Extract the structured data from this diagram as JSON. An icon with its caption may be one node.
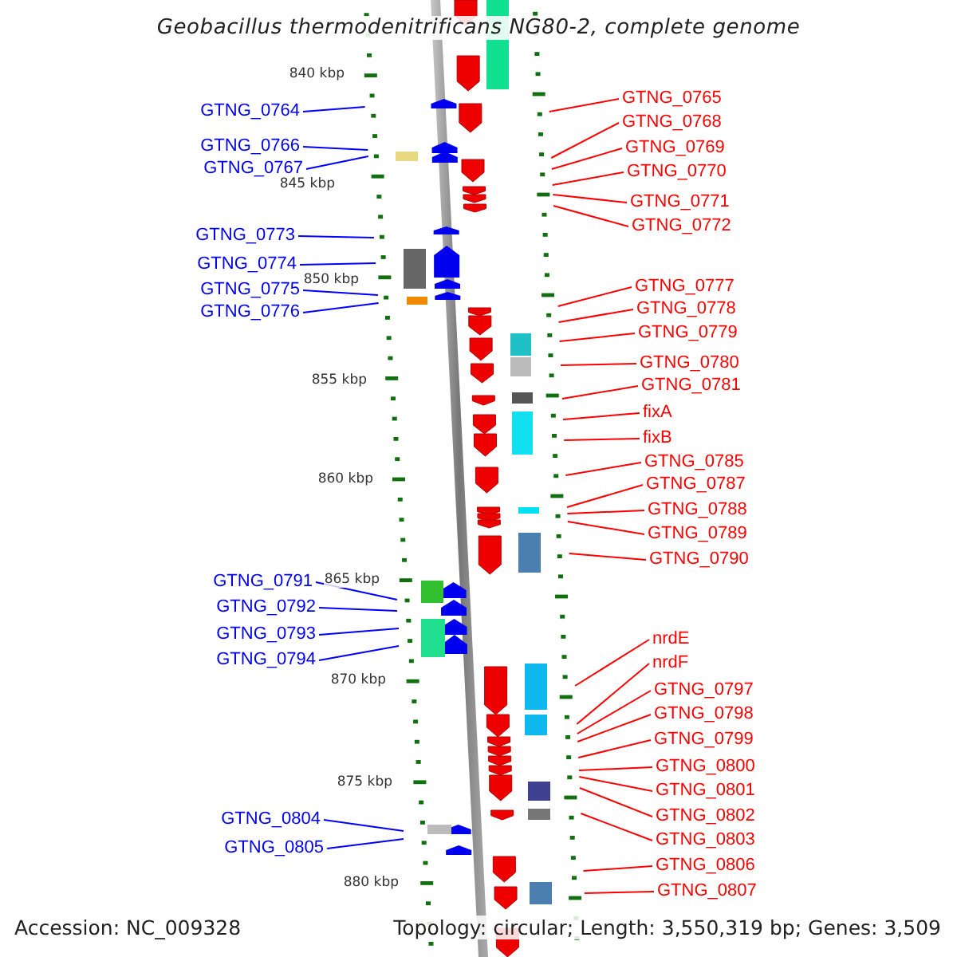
{
  "diagram": {
    "title": "Geobacillus thermodenitrificans NG80-2, complete genome",
    "nodes": [
      {
        "text": [
          "GTNG_0764"
        ]
      },
      {
        "text": [
          "GTNG_0766"
        ]
      },
      {
        "text": [
          "GTNG_0767"
        ]
      },
      {
        "text": [
          "GTNG_0773"
        ]
      },
      {
        "text": [
          "GTNG_0774"
        ]
      },
      {
        "text": [
          "GTNG_0775"
        ]
      },
      {
        "text": [
          "GTNG_0776"
        ]
      },
      {
        "text": [
          "GTNG_0791"
        ]
      },
      {
        "text": [
          "GTNG_0792"
        ]
      },
      {
        "text": [
          "GTNG_0793"
        ]
      },
      {
        "text": [
          "GTNG_0794"
        ]
      },
      {
        "text": [
          "GTNG_0804"
        ]
      },
      {
        "text": [
          "GTNG_0805"
        ]
      },
      {
        "text": [
          "GTNG_0765"
        ]
      },
      {
        "text": [
          "GTNG_0768"
        ]
      },
      {
        "text": [
          "GTNG_0769"
        ]
      },
      {
        "text": [
          "GTNG_0770"
        ]
      },
      {
        "text": [
          "GTNG_0771"
        ]
      },
      {
        "text": [
          "GTNG_0772"
        ]
      },
      {
        "text": [
          "GTNG_0777"
        ]
      },
      {
        "text": [
          "GTNG_0778"
        ]
      },
      {
        "text": [
          "GTNG_0779"
        ]
      },
      {
        "text": [
          "GTNG_0780"
        ]
      },
      {
        "text": [
          "GTNG_0781"
        ]
      },
      {
        "text": [
          "fixA"
        ]
      },
      {
        "text": [
          "fixB"
        ]
      },
      {
        "text": [
          "GTNG_0785"
        ]
      },
      {
        "text": [
          "GTNG_0787"
        ]
      },
      {
        "text": [
          "GTNG_0788"
        ]
      },
      {
        "text": [
          "GTNG_0789"
        ]
      },
      {
        "text": [
          "GTNG_0790"
        ]
      },
      {
        "text": [
          "nrdE"
        ]
      },
      {
        "text": [
          "nrdF"
        ]
      },
      {
        "text": [
          "GTNG_0797"
        ]
      },
      {
        "text": [
          "GTNG_0798"
        ]
      },
      {
        "text": [
          "GTNG_0799"
        ]
      },
      {
        "text": [
          "GTNG_0800"
        ]
      },
      {
        "text": [
          "GTNG_0801"
        ]
      },
      {
        "text": [
          "GTNG_0802"
        ]
      },
      {
        "text": [
          "GTNG_0803"
        ]
      },
      {
        "text": [
          "GTNG_0806"
        ]
      },
      {
        "text": [
          "GTNG_0807"
        ]
      },
      {
        "text": [],
        "shape": "bar"
      }
    ],
    "edges": [
      {
        "from": 0,
        "to": null,
        "arrow": "none",
        "color": "#0000ff"
      },
      {
        "from": 1,
        "to": null,
        "arrow": "none",
        "color": "#0000ff"
      },
      {
        "from": 2,
        "to": null,
        "arrow": "none",
        "color": "#0000ff"
      },
      {
        "from": 3,
        "to": null,
        "arrow": "none",
        "color": "#0000ff"
      },
      {
        "from": 4,
        "to": null,
        "arrow": "none",
        "color": "#0000ff"
      },
      {
        "from": 5,
        "to": null,
        "arrow": "none",
        "color": "#0000ff"
      },
      {
        "from": 6,
        "to": null,
        "arrow": "none",
        "color": "#0000ff"
      },
      {
        "from": 7,
        "to": null,
        "arrow": "none",
        "color": "#0000ff"
      },
      {
        "from": 8,
        "to": null,
        "arrow": "none",
        "color": "#0000ff"
      },
      {
        "from": 9,
        "to": null,
        "arrow": "none",
        "color": "#0000ff"
      },
      {
        "from": 10,
        "to": null,
        "arrow": "none",
        "color": "#0000ff"
      },
      {
        "from": 11,
        "to": null,
        "arrow": "none",
        "color": "#0000ff"
      },
      {
        "from": 12,
        "to": null,
        "arrow": "none",
        "color": "#0000ff"
      },
      {
        "from": 13,
        "to": null,
        "arrow": "none"
      },
      {
        "from": 14,
        "to": null,
        "arrow": "none"
      },
      {
        "from": 15,
        "to": null,
        "arrow": "none"
      },
      {
        "from": 16,
        "to": null,
        "arrow": "none"
      },
      {
        "from": 17,
        "to": null,
        "arrow": "none"
      },
      {
        "from": 18,
        "to": null,
        "arrow": "none"
      },
      {
        "from": 19,
        "to": null,
        "arrow": "none"
      },
      {
        "from": 20,
        "to": null,
        "arrow": "none"
      },
      {
        "from": 21,
        "to": null,
        "arrow": "none"
      },
      {
        "from": 22,
        "to": null,
        "arrow": "none"
      },
      {
        "from": 23,
        "to": null,
        "arrow": "none"
      },
      {
        "from": 24,
        "to": null,
        "arrow": "none"
      },
      {
        "from": 25,
        "to": null,
        "arrow": "none"
      },
      {
        "from": 26,
        "to": null,
        "arrow": "none"
      },
      {
        "from": 27,
        "to": null,
        "arrow": "none"
      },
      {
        "from": 28,
        "to": null,
        "arrow": "none"
      },
      {
        "from": 29,
        "to": null,
        "arrow": "none"
      },
      {
        "from": 30,
        "to": null,
        "arrow": "none"
      },
      {
        "from": 31,
        "to": null,
        "arrow": "none"
      },
      {
        "from": 32,
        "to": null,
        "arrow": "none"
      },
      {
        "from": 33,
        "to": null,
        "arrow": "none"
      },
      {
        "from": 34,
        "to": null,
        "arrow": "none"
      },
      {
        "from": 35,
        "to": null,
        "arrow": "none"
      },
      {
        "from": 36,
        "to": null,
        "arrow": "none"
      },
      {
        "from": 37,
        "to": null,
        "arrow": "none"
      },
      {
        "from": 38,
        "to": null,
        "arrow": "none"
      },
      {
        "from": 39,
        "to": null,
        "arrow": "none"
      },
      {
        "from": 40,
        "to": null,
        "arrow": "none"
      },
      {
        "from": 41,
        "to": null,
        "arrow": "none"
      }
    ],
    "labels": [
      "840 kbp",
      "845 kbp",
      "850 kbp",
      "855 kbp",
      "860 kbp",
      "865 kbp",
      "870 kbp",
      "875 kbp",
      "880 kbp",
      "Accession: NC_009328",
      "Topology: circular; Length: 3,550,319 bp; Genes: 3,509"
    ]
  }
}
